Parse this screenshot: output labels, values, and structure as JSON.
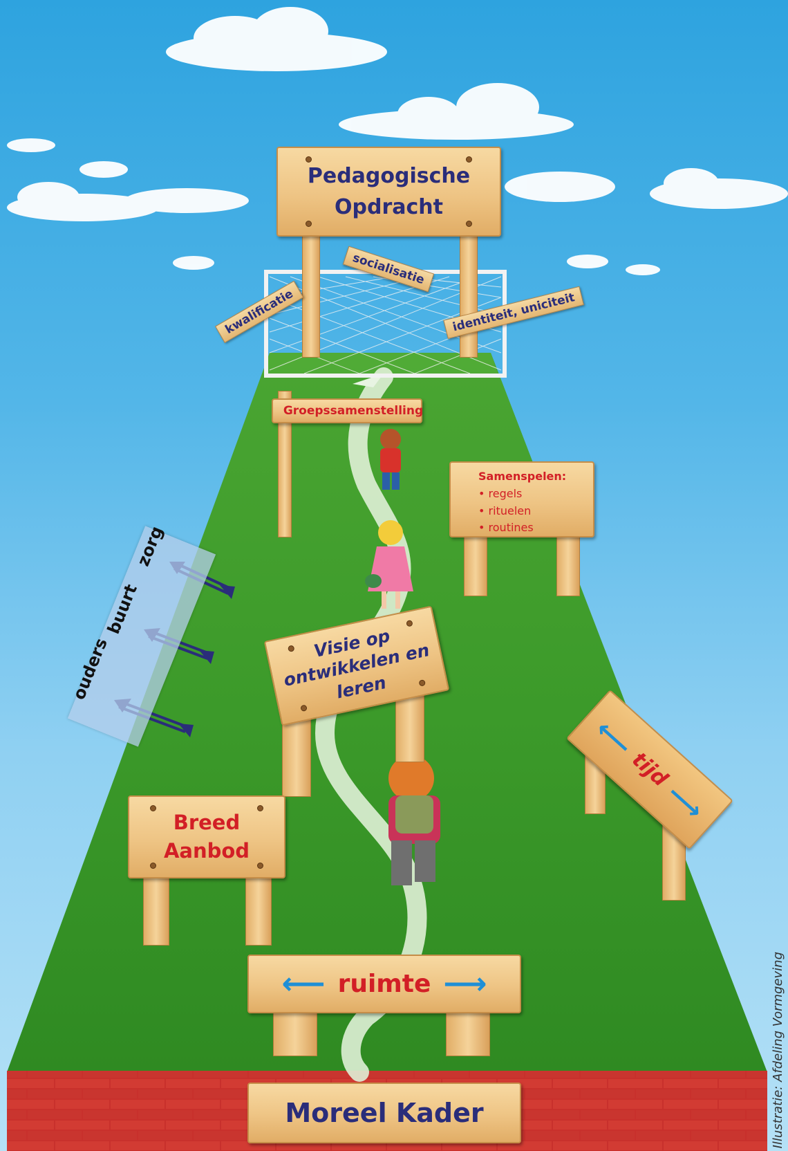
{
  "signs": {
    "pedagogische_opdracht": [
      "Pedagogische",
      "Opdracht"
    ],
    "socialisatie": "socialisatie",
    "kwalificatie": "kwalificatie",
    "identiteit": "identiteit, uniciteit",
    "groepssamenstelling": "Groepssamenstelling",
    "samenspelen": {
      "title": "Samenspelen:",
      "items": [
        "regels",
        "rituelen",
        "routines"
      ]
    },
    "visie": [
      "Visie op",
      "ontwikkelen en",
      "leren"
    ],
    "breed_aanbod": [
      "Breed",
      "Aanbod"
    ],
    "tijd": "tijd",
    "ruimte": "ruimte",
    "moreel_kader": "Moreel Kader"
  },
  "side_panel": {
    "labels": [
      "ouders",
      "buurt",
      "zorg"
    ]
  },
  "credit": "Illustratie: Afdeling Vormgeving",
  "colors": {
    "sky_top": "#2ea3df",
    "grass": "#3f9a2c",
    "brick": "#c8302c",
    "wood": "#f0c98c",
    "navy_text": "#2a2d7a",
    "red_text": "#d21f26",
    "arrow_blue": "#1f8fd6"
  }
}
